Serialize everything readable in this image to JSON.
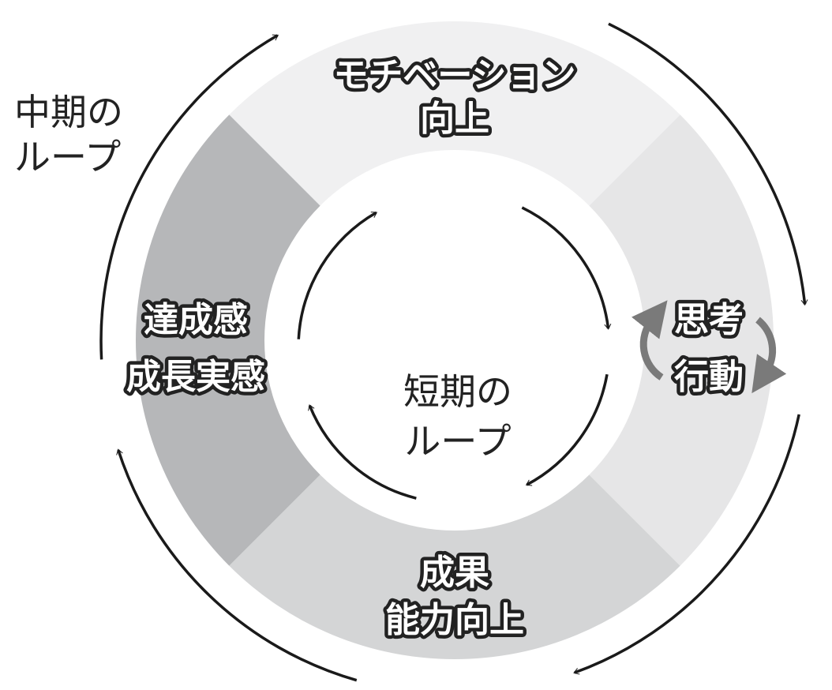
{
  "segments": {
    "top": {
      "lines": [
        "モチベーション",
        "向上"
      ],
      "color": "#f0f0f1"
    },
    "right": {
      "lines": [
        "思考",
        "行動"
      ],
      "color": "#e6e6e7"
    },
    "bottom": {
      "lines": [
        "成果",
        "能力向上"
      ],
      "color": "#d4d5d6"
    },
    "left": {
      "lines": [
        "達成感",
        "成長実感"
      ],
      "color": "#b6b7b9"
    }
  },
  "short_loop": {
    "lines": [
      "短期の",
      "ループ"
    ]
  },
  "mid_loop": {
    "lines": [
      "中期の",
      "ループ"
    ]
  },
  "colors": {
    "arrow": "#1a1a1a",
    "inner_cycle_arrow": "#7a7a7a"
  }
}
